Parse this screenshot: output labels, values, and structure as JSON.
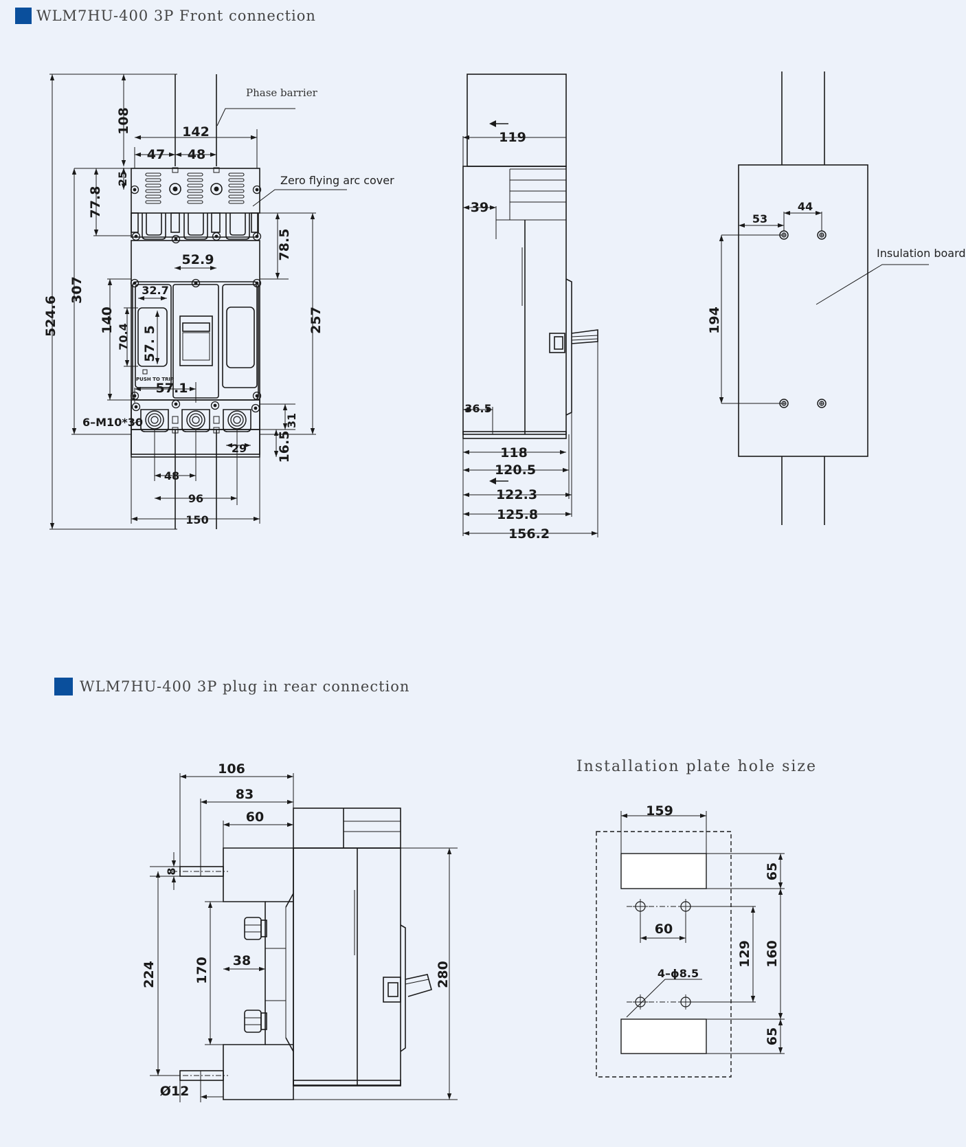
{
  "sections": {
    "front": {
      "title": "WLM7HU-400 3P Front connection",
      "accent": "#0a4f9c"
    },
    "rear": {
      "title": "WLM7HU-400 3P plug in rear connection",
      "accent": "#0a4f9c"
    }
  },
  "front_view": {
    "labels": {
      "phase_barrier": "Phase barrier",
      "arc_cover": "Zero flying arc cover",
      "push_to_trip": "PUSH TO TRIP",
      "screws": "6–M10*30"
    },
    "dims": {
      "d108": "108",
      "d142": "142",
      "d47": "47",
      "d48a": "48",
      "d25": "25",
      "d77_8": "77.8",
      "d78_5": "78.5",
      "d52_9": "52.9",
      "d32_7": "32.7",
      "d307": "307",
      "d524_6": "524.6",
      "d140": "140",
      "d70_4": "70.4",
      "d57_5": "57. 5",
      "d57_1": "57.1",
      "d257": "257",
      "d31": "31",
      "d16_5": "16.5",
      "d29": "29",
      "d48b": "48",
      "d96": "96",
      "d150": "150"
    }
  },
  "side_view": {
    "dims": {
      "d119": "119",
      "d39": "39",
      "d36_5": "36.5",
      "d118": "118",
      "d120_5": "120.5",
      "d122_3": "122.3",
      "d125_8": "125.8",
      "d156_2": "156.2"
    }
  },
  "rear_board": {
    "labels": {
      "insulation_board": "Insulation board"
    },
    "dims": {
      "d53": "53",
      "d44": "44",
      "d194": "194"
    }
  },
  "plug_in_side": {
    "dims": {
      "d106": "106",
      "d83": "83",
      "d60": "60",
      "d8": "8",
      "d224": "224",
      "d170": "170",
      "d38": "38",
      "d280": "280",
      "d12": "Ø12"
    }
  },
  "installation_plate": {
    "title": "Installation plate hole size",
    "dims": {
      "d159": "159",
      "d65a": "65",
      "d60": "60",
      "d129": "129",
      "d160": "160",
      "d65b": "65",
      "holes": "4–ϕ8.5"
    }
  }
}
